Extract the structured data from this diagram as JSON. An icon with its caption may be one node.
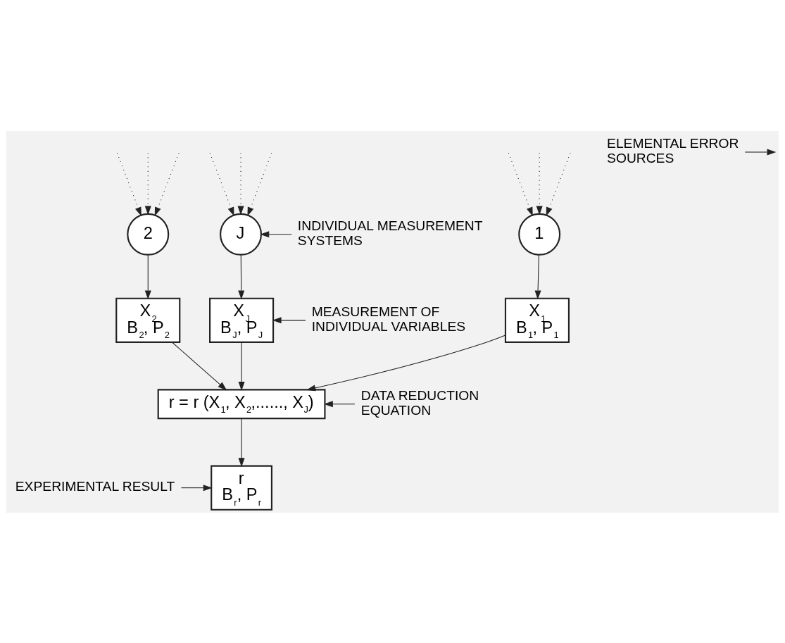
{
  "diagram": {
    "nodes": [
      {
        "text": [
          "1"
        ]
      },
      {
        "text": [
          "2"
        ]
      },
      {
        "text": [
          "J"
        ]
      },
      {
        "text": [
          "X$_{1}$",
          "B$_{1}$, P$_{1}$"
        ]
      },
      {
        "text": [
          "X$_{2}$",
          "B$_{2}$, P$_{2}$"
        ]
      },
      {
        "text": [
          "X$_{J}$",
          "B$_{J}$, P$_{J}$"
        ]
      },
      {
        "text": [
          "r = r (X$_{1}$, X$_{2}$,......, X$_{J}$)"
        ]
      },
      {
        "text": [
          "r",
          "B$_{r}$, P$_{r}$"
        ]
      },
      {
        "text": [
          "ELEMENTAL ERROR SOURCES"
        ]
      },
      {
        "text": [
          "INDIVIDUAL MEASUREMENT SYSTEMS"
        ]
      },
      {
        "text": [
          "MEASUREMENT OF INDIVIDUAL VARIABLES"
        ]
      },
      {
        "text": [
          "DATA REDUCTION EQUATION"
        ]
      },
      {
        "text": [
          "EXPERIMENTAL RESULT"
        ]
      }
    ],
    "edges": [
      {
        "from": null,
        "to": 0,
        "arrow": "to",
        "style": "dashed"
      },
      {
        "from": null,
        "to": 0,
        "arrow": "to",
        "style": "dashed"
      },
      {
        "from": null,
        "to": 0,
        "arrow": "to",
        "style": "dashed"
      },
      {
        "from": null,
        "to": 1,
        "arrow": "to",
        "style": "dashed"
      },
      {
        "from": null,
        "to": 1,
        "arrow": "to",
        "style": "dashed"
      },
      {
        "from": null,
        "to": 1,
        "arrow": "to",
        "style": "dashed"
      },
      {
        "from": null,
        "to": 2,
        "arrow": "to",
        "style": "dashed"
      },
      {
        "from": null,
        "to": 2,
        "arrow": "to",
        "style": "dashed"
      },
      {
        "from": null,
        "to": 2,
        "arrow": "to",
        "style": "dashed"
      },
      {
        "from": 0,
        "to": 3,
        "arrow": "to"
      },
      {
        "from": 1,
        "to": 4,
        "arrow": "to"
      },
      {
        "from": 2,
        "to": 5,
        "arrow": "to"
      },
      {
        "from": 3,
        "to": 6,
        "arrow": "to"
      },
      {
        "from": 4,
        "to": 6,
        "arrow": "to"
      },
      {
        "from": 5,
        "to": 6,
        "arrow": "to"
      },
      {
        "from": 6,
        "to": 7,
        "arrow": "to"
      },
      {
        "from": 8,
        "to": null,
        "arrow": "to"
      },
      {
        "from": 9,
        "to": 2,
        "arrow": "to"
      },
      {
        "from": 10,
        "to": 5,
        "arrow": "to"
      },
      {
        "from": 11,
        "to": 6,
        "arrow": "to"
      },
      {
        "from": 12,
        "to": 7,
        "arrow": "to"
      }
    ]
  }
}
